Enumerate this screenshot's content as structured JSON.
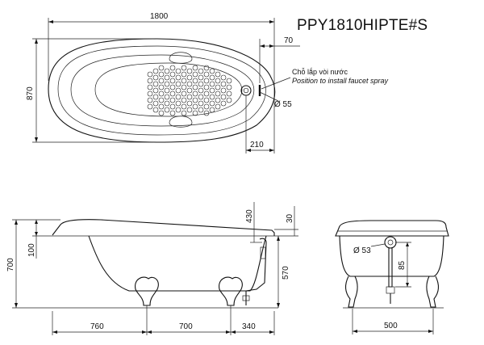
{
  "model_code": "PPY1810HIPTE#S",
  "annotation": {
    "line1": "Chỗ lắp vòi nước",
    "line2": "Position to install faucet spray"
  },
  "top_view": {
    "length": "1800",
    "width": "870",
    "offset_top": "70",
    "offset_bottom": "210",
    "hole_diameter": "Ø 55"
  },
  "side_view": {
    "total_height": "700",
    "rim_lower": "100",
    "rim_top": "30",
    "faucet_height": "430",
    "drain_height": "570",
    "base_left": "760",
    "base_mid": "700",
    "base_right": "340"
  },
  "end_view": {
    "drain_diameter": "Ø 53",
    "drain_height": "85",
    "base_width": "500"
  }
}
